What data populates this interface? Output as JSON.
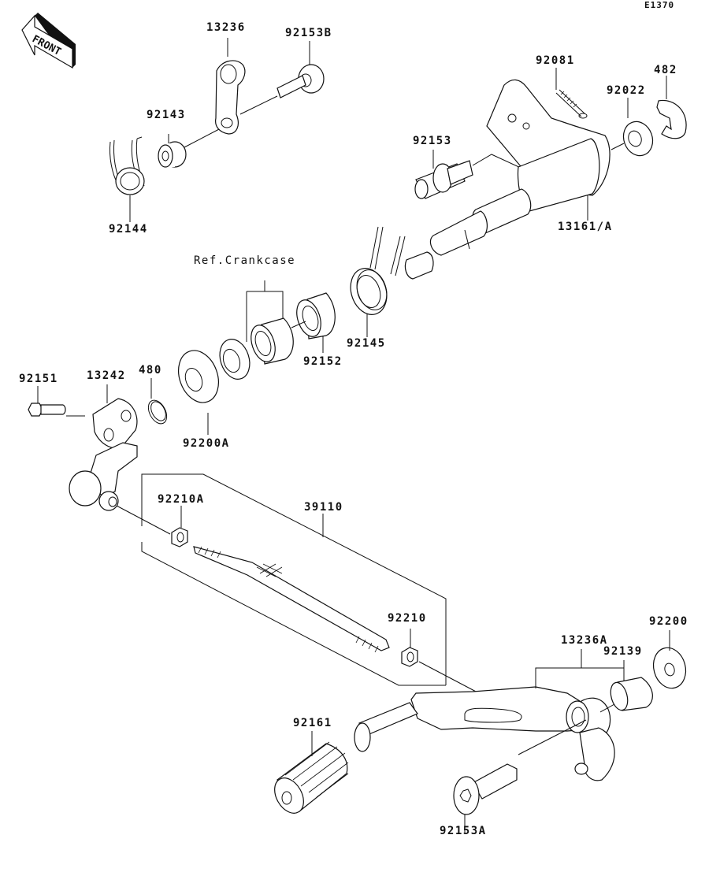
{
  "diagram": {
    "code": "E1370",
    "front_label": "FRONT",
    "parts": [
      {
        "id": "13236",
        "label": "13236"
      },
      {
        "id": "92153B",
        "label": "92153B"
      },
      {
        "id": "92143",
        "label": "92143"
      },
      {
        "id": "92144",
        "label": "92144"
      },
      {
        "id": "92081",
        "label": "92081"
      },
      {
        "id": "482",
        "label": "482"
      },
      {
        "id": "92022",
        "label": "92022"
      },
      {
        "id": "92153",
        "label": "92153"
      },
      {
        "id": "13161A",
        "label": "13161/A"
      },
      {
        "id": "ref-crankcase",
        "label": "Ref.Crankcase"
      },
      {
        "id": "92152",
        "label": "92152"
      },
      {
        "id": "92145",
        "label": "92145"
      },
      {
        "id": "92151",
        "label": "92151"
      },
      {
        "id": "13242",
        "label": "13242"
      },
      {
        "id": "480",
        "label": "480"
      },
      {
        "id": "92200A",
        "label": "92200A"
      },
      {
        "id": "92210A",
        "label": "92210A"
      },
      {
        "id": "39110",
        "label": "39110"
      },
      {
        "id": "92210",
        "label": "92210"
      },
      {
        "id": "13236A",
        "label": "13236A"
      },
      {
        "id": "92139",
        "label": "92139"
      },
      {
        "id": "92200",
        "label": "92200"
      },
      {
        "id": "92161",
        "label": "92161"
      },
      {
        "id": "92153A",
        "label": "92153A"
      }
    ]
  }
}
